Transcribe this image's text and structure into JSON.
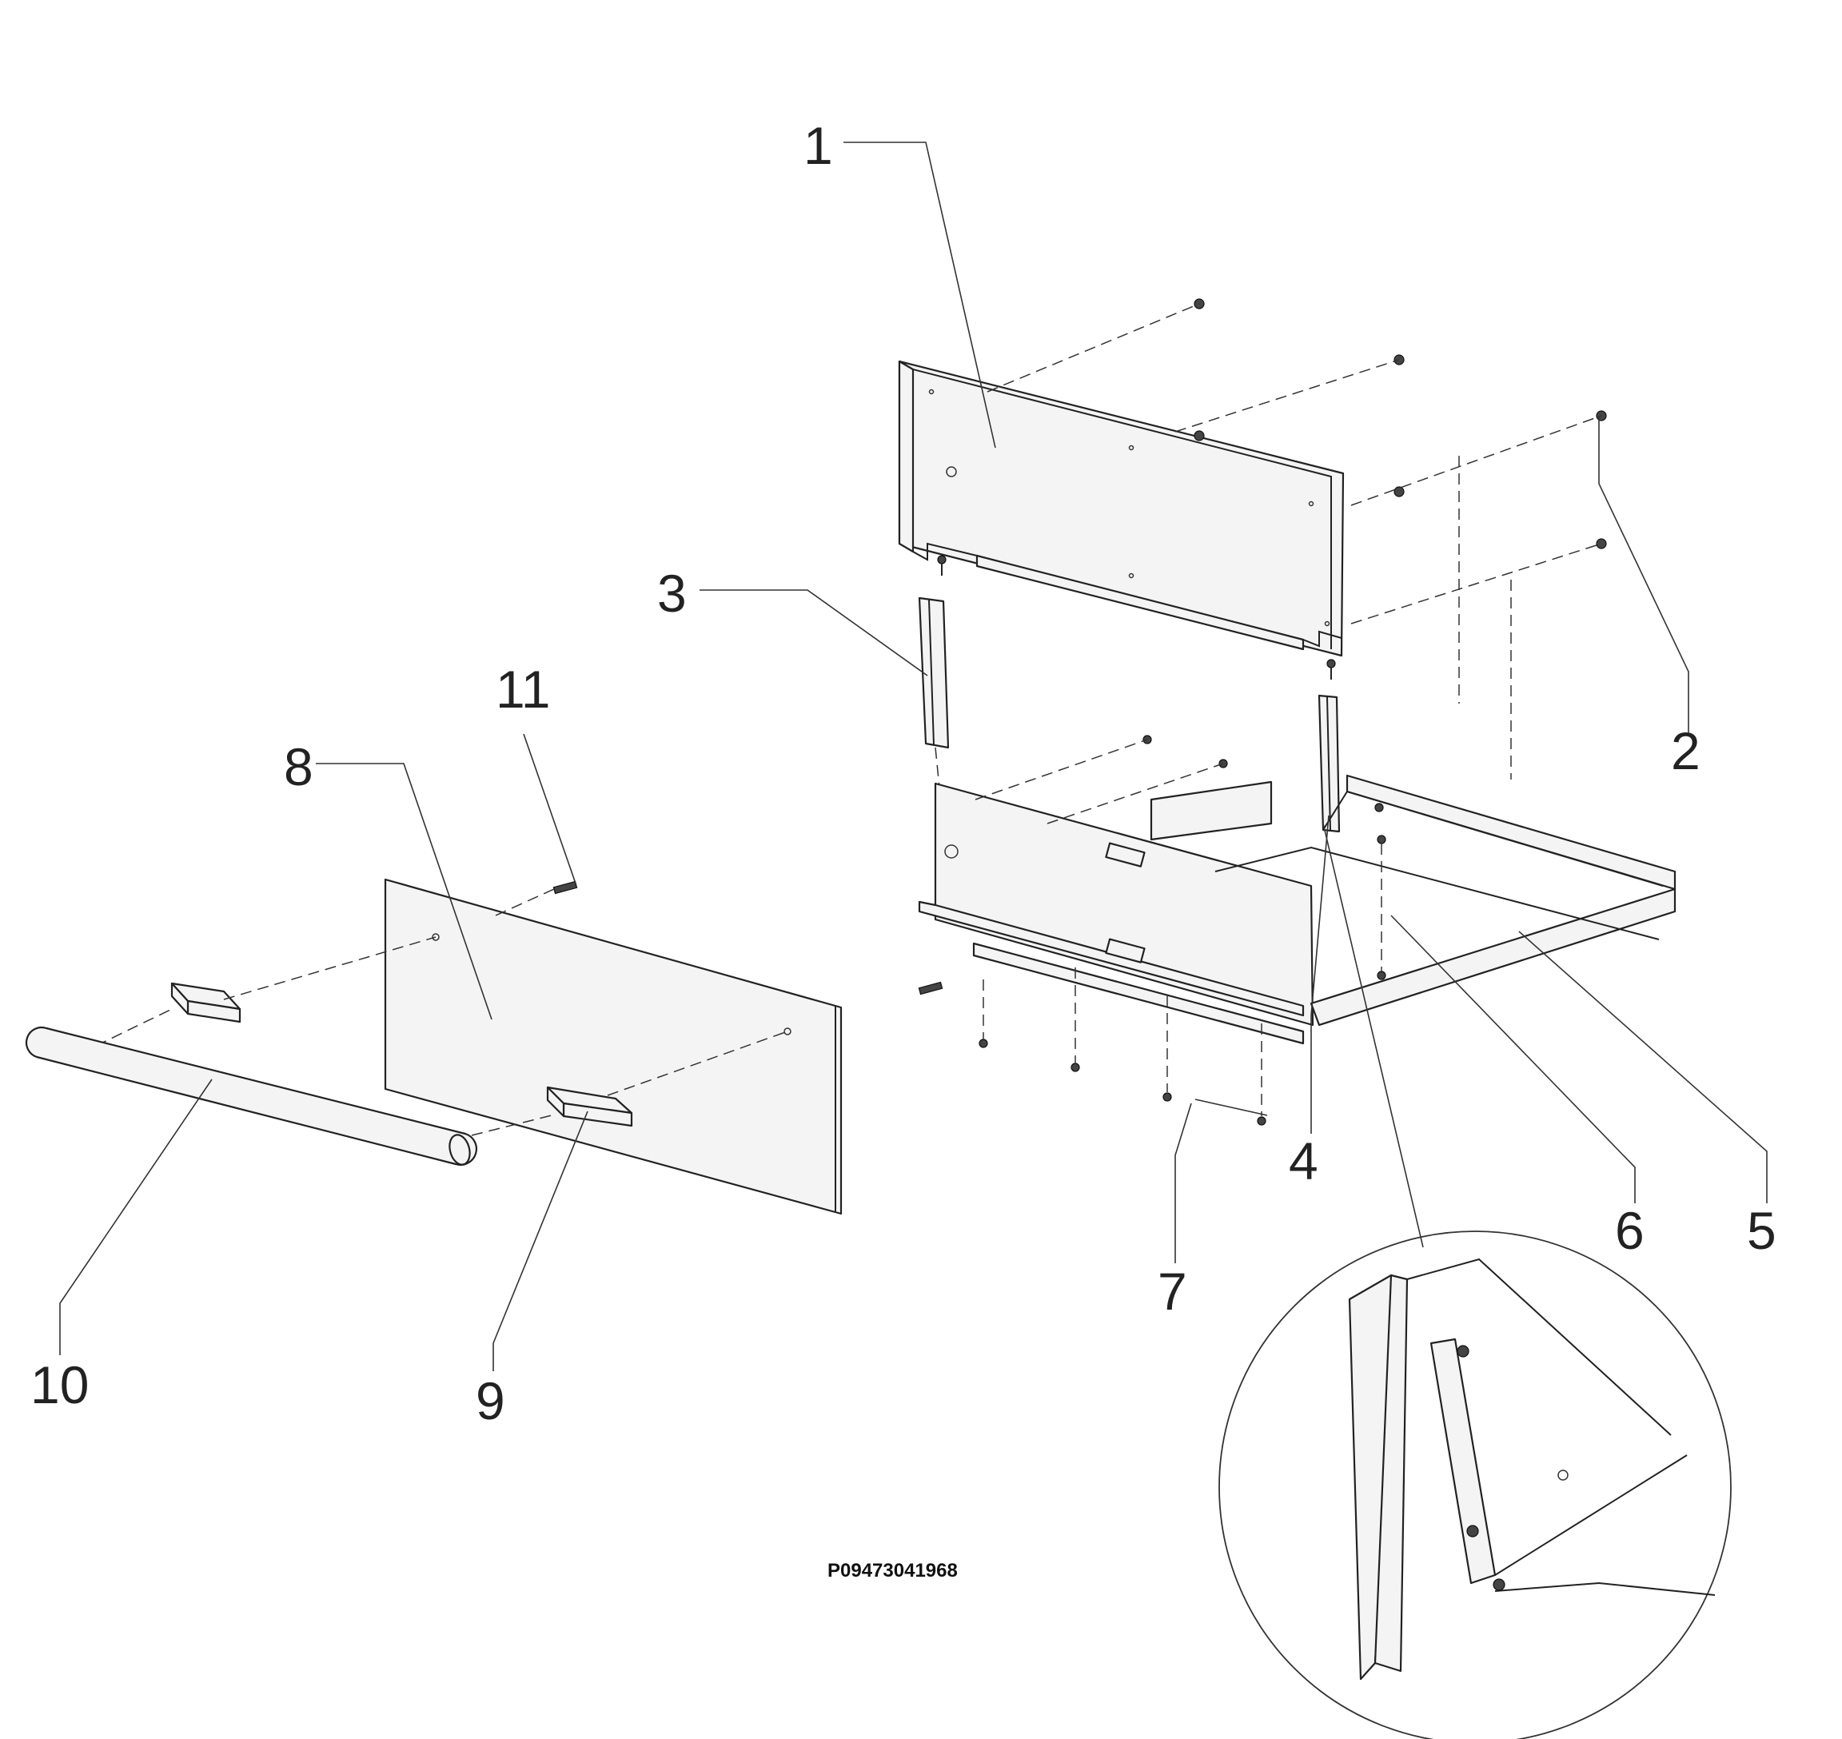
{
  "callouts": {
    "c1": "1",
    "c2": "2",
    "c3": "3",
    "c4": "4",
    "c5": "5",
    "c6": "6",
    "c7": "7",
    "c8": "8",
    "c9": "9",
    "c10": "10",
    "c11": "11"
  },
  "drawing_code": "P09473041968"
}
